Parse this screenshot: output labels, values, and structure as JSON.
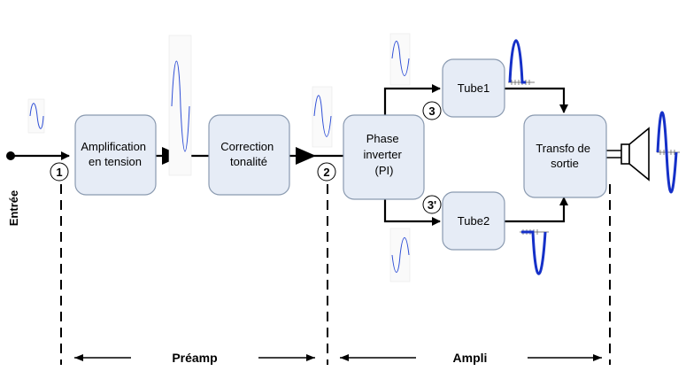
{
  "entry": {
    "label": "Entrée"
  },
  "blocks": {
    "amp": [
      "Amplification",
      "en tension"
    ],
    "tone": [
      "Correction",
      "tonalité"
    ],
    "pi": [
      "Phase",
      "inverter",
      "(PI)"
    ],
    "tube1": [
      "Tube1"
    ],
    "tube2": [
      "Tube2"
    ],
    "transfo": [
      "Transfo de",
      "sortie"
    ]
  },
  "points": {
    "p1": "1",
    "p2": "2",
    "p3": "3",
    "p3b": "3'"
  },
  "sections": {
    "preamp": "Préamp",
    "ampli": "Ampli"
  },
  "colors": {
    "block_fill": "#e6ecf6",
    "block_stroke": "#8a9ab0",
    "wave_thin": "#2f4fd6",
    "wave_thick": "#1530c8",
    "line": "#000000"
  }
}
